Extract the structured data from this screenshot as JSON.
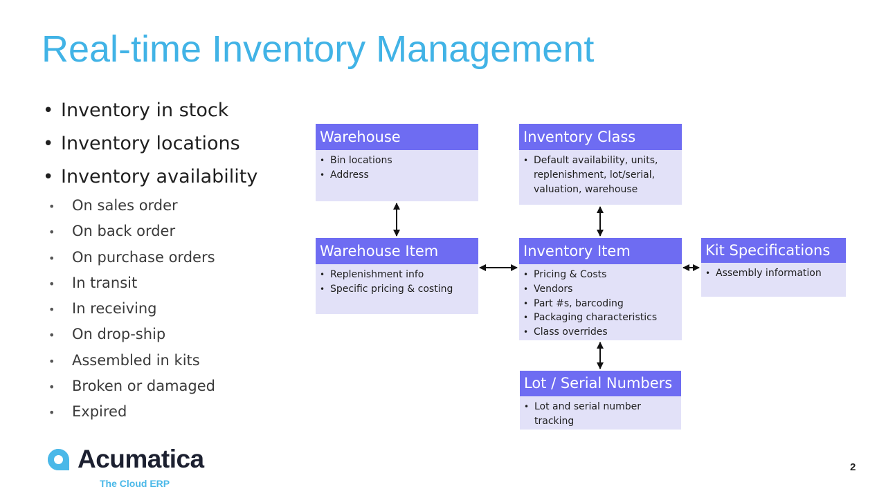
{
  "slide": {
    "title": "Real-time Inventory Management",
    "page_number": "2"
  },
  "bullets": [
    "Inventory in stock",
    "Inventory locations",
    "Inventory availability"
  ],
  "sub_bullets": [
    "On sales order",
    "On back order",
    "On purchase orders",
    "In transit",
    "In receiving",
    "On drop-ship",
    "Assembled in kits",
    "Broken or damaged",
    "Expired"
  ],
  "diagram": {
    "warehouse": {
      "title": "Warehouse",
      "items": [
        "Bin locations",
        "Address"
      ]
    },
    "inventory_class": {
      "title": "Inventory Class",
      "items": [
        "Default availability, units, replenishment, lot/serial, valuation, warehouse"
      ]
    },
    "warehouse_item": {
      "title": "Warehouse Item",
      "items": [
        "Replenishment info",
        "Specific pricing & costing"
      ]
    },
    "inventory_item": {
      "title": "Inventory Item",
      "items": [
        "Pricing & Costs",
        "Vendors",
        "Part #s, barcoding",
        "Packaging characteristics",
        "Class overrides"
      ]
    },
    "kit_specifications": {
      "title": "Kit Specifications",
      "items": [
        "Assembly information"
      ]
    },
    "lot_serial_numbers": {
      "title": "Lot / Serial Numbers",
      "items": [
        "Lot and serial number tracking"
      ]
    }
  },
  "logo": {
    "name": "Acumatica",
    "tagline": "The Cloud ERP"
  },
  "colors": {
    "title": "#41b3e6",
    "box_header": "#6e6cf2",
    "box_body": "#e2e1f8",
    "logo_accent": "#4ab8e8"
  }
}
